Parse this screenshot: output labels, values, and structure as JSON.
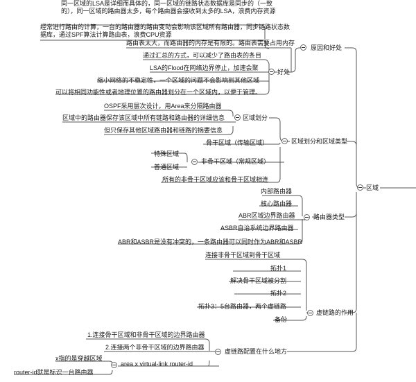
{
  "nodes": {
    "n01": "同一区域的LSA是详细而具体的，同一区域的链路状态数据库是同步的（一致的），同一区域的路由器太多，每个路由器会接收到太多的LSA，浪费内存资源",
    "n02": "经常进行路由的计算，一台的路由器的路由变动会影响该区域所有路由器，同步链路状态数据库，通过SPF算法计算路由表，浪费CPU资源",
    "n03": "路由表太大，而路由器的内存是有限的。路由表需要占用内存",
    "n04": "通过汇总的方式，可以减少了路由表的条目",
    "n05": "LSA的Flood在网络边界停止，加速会聚",
    "n06": "缩小网络的不稳定性，一个区域的问题不会影响到其他区域",
    "n07": "可以将相同功能性或者地理位置的路由器划分在一个区域内，以便于管理。",
    "haochu": "好处",
    "yuanyin": "原因和好处",
    "n08": "OSPF采用层次设计，用Area来分隔路由器",
    "n09": "区域中的路由器保存该区域中所有链路和路由器的详细信息",
    "n10": "但只保存其他区域路由器和链路的摘要信息",
    "quyu_huafen": "区域划分",
    "gugan": "骨干区域（传输区域）",
    "teshu": "特殊区域",
    "putong": "普通区域",
    "fei_gugan": "非骨干区域（常规区域）",
    "n11": "所有的非骨干区域应该和骨干区域相连",
    "huafen_leixing": "区域划分和区域类型",
    "quyu": "区域",
    "neibu": "内部路由器",
    "hexin": "核心路由器",
    "abr": "ABR区域边界路由器",
    "asbr": "ASBR自治系统边界路由器",
    "n12": "ABR和ASBR是没有冲突的，一条路由器可以同时作为ABR和ASBR",
    "luyouqi_leixing": "路由器类型",
    "n13": "连接非骨干区域到骨干区域",
    "tuopu1": "拓扑1",
    "n14": "解决骨干区域被分割",
    "tuopu2": "拓扑2",
    "tuopu3": "拓扑3：5台路由器，两个虚链路",
    "beifen": "备份",
    "xulianlu_zuoyong": "虚链路的作用",
    "n15": "1.连接骨干区域和非骨干区域的边界路由器",
    "n16": "2.连接两个非骨干区域的边界路由器",
    "n17": "x指的是穿越区域",
    "n18": "router-id就是标识一台路由器",
    "cmd": "area x virtual-link router-id",
    "xulianlu_peizhi": "虚链路配置在什么地方"
  }
}
